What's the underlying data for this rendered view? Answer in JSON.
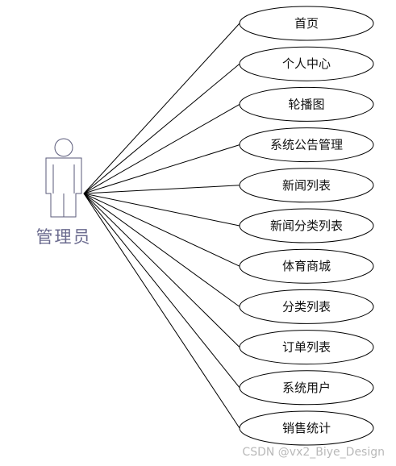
{
  "actor": {
    "label": "管理员"
  },
  "use_cases": [
    {
      "id": "home",
      "label": "首页"
    },
    {
      "id": "personal-center",
      "label": "个人中心"
    },
    {
      "id": "carousel",
      "label": "轮播图"
    },
    {
      "id": "announcement-management",
      "label": "系统公告管理"
    },
    {
      "id": "news-list",
      "label": "新闻列表"
    },
    {
      "id": "news-category-list",
      "label": "新闻分类列表"
    },
    {
      "id": "sports-mall",
      "label": "体育商城"
    },
    {
      "id": "category-list",
      "label": "分类列表"
    },
    {
      "id": "order-list",
      "label": "订单列表"
    },
    {
      "id": "system-users",
      "label": "系统用户"
    },
    {
      "id": "sales-statistics",
      "label": "销售统计"
    }
  ],
  "watermark": "CSDN @vx2_Biye_Design",
  "colors": {
    "actor_stroke": "#5a5a7a",
    "line": "#000000",
    "ellipse_stroke": "#000000",
    "watermark": "#b9b9b9"
  }
}
